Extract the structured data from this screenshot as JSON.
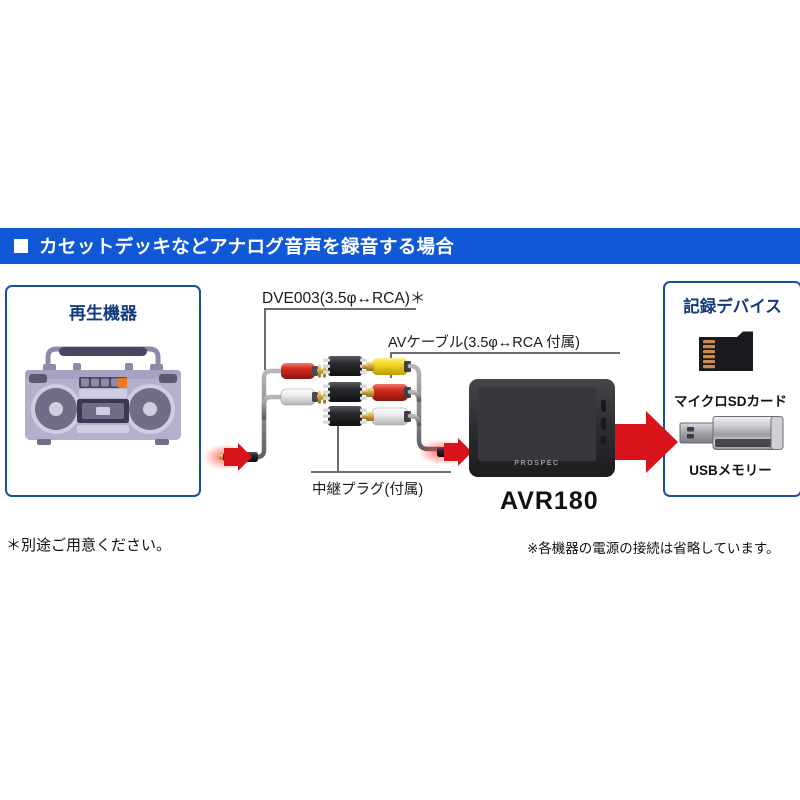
{
  "header": {
    "bullet": "square-bullet",
    "title": "カセットデッキなどアナログ音声を録音する場合"
  },
  "source_panel": {
    "title": "再生機器",
    "device_icon": "boombox-cassette-player-icon"
  },
  "dest_panel": {
    "title": "記録デバイス",
    "items": [
      {
        "icon": "microsd-card-icon",
        "label": "マイクロSDカード"
      },
      {
        "icon": "usb-flash-drive-icon",
        "label": "USBメモリー"
      }
    ]
  },
  "labels": {
    "dve_cable": "DVE003(3.5φ↔RCA)＊",
    "av_cable": "AVケーブル(3.5φ↔RCA 付属)",
    "relay_plug": "中継プラグ(付属)",
    "recorder_model": "AVR180"
  },
  "recorder": {
    "brand_logo": "PROSPEC",
    "model": "AVR180"
  },
  "notes": {
    "left": "＊別途ご用意ください。",
    "right": "※各機器の電源の接続は省略しています。"
  },
  "colors": {
    "header_blue": "#1158d6",
    "panel_border_blue": "#1e4f9c",
    "panel_title_navy": "#143a7e",
    "arrow_red": "#d8131a",
    "rca_yellow": "#f2d21c",
    "rca_red": "#d02a22",
    "rca_white": "#f2f2f2",
    "boombox_body": "#a9a6c4",
    "recorder_black": "#2b2b2d"
  }
}
